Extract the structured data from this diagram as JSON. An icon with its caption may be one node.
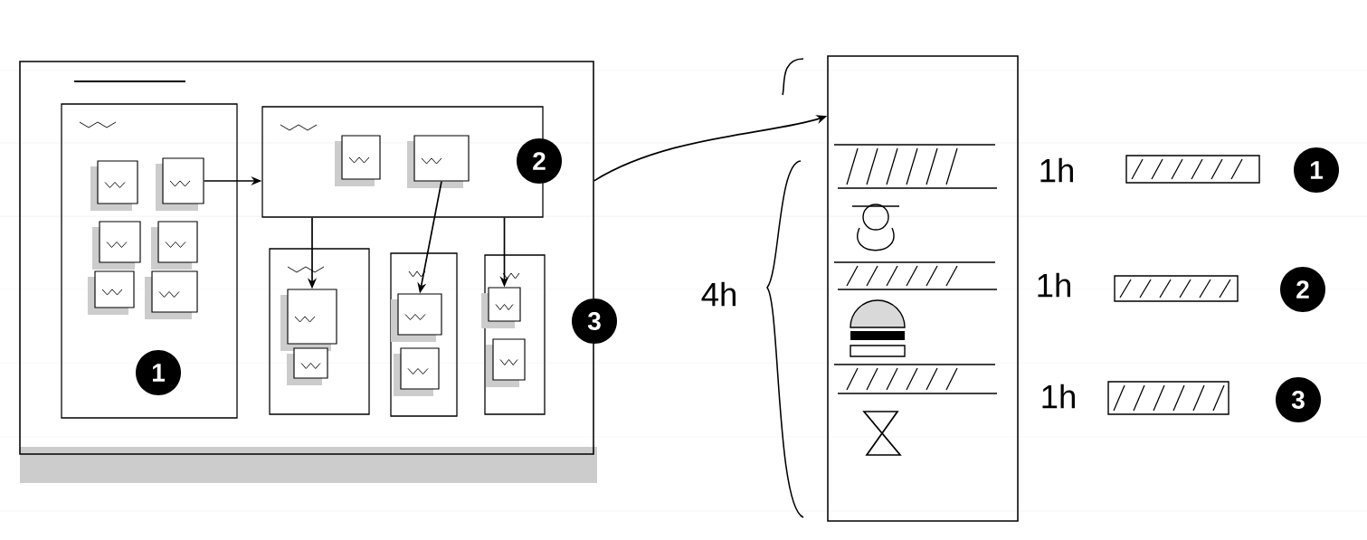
{
  "diagram": {
    "nodes": [
      {
        "text": [],
        "shape": "box"
      },
      {
        "text": [],
        "shape": "box",
        "in": 0
      },
      {
        "text": [],
        "shape": "box",
        "in": 0
      },
      {
        "text": [],
        "shape": "box",
        "in": 0
      },
      {
        "text": [],
        "shape": "box",
        "in": 0
      },
      {
        "text": [],
        "shape": "box",
        "in": 0
      },
      {
        "text": [],
        "shape": "box",
        "in": 1
      },
      {
        "text": [],
        "shape": "box",
        "in": 1
      },
      {
        "text": [],
        "shape": "box",
        "in": 1
      },
      {
        "text": [],
        "shape": "box",
        "in": 1
      },
      {
        "text": [],
        "shape": "box",
        "in": 1
      },
      {
        "text": [],
        "shape": "box",
        "in": 1
      },
      {
        "text": [],
        "shape": "box",
        "in": 2
      },
      {
        "text": [],
        "shape": "box",
        "in": 2
      },
      {
        "text": [],
        "shape": "box",
        "in": 3
      },
      {
        "text": [],
        "shape": "box",
        "in": 3
      },
      {
        "text": [],
        "shape": "box",
        "in": 4
      },
      {
        "text": [],
        "shape": "box",
        "in": 4
      },
      {
        "text": [],
        "shape": "box",
        "in": 5
      },
      {
        "text": [],
        "shape": "box",
        "in": 5
      },
      {
        "text": [],
        "shape": "box"
      }
    ],
    "edges": [
      {
        "from": 7,
        "to": 2,
        "arrow": "to"
      },
      {
        "from": 2,
        "to": 14,
        "arrow": "to"
      },
      {
        "from": 13,
        "to": 16,
        "arrow": "to"
      },
      {
        "from": 2,
        "to": 18,
        "arrow": "to"
      },
      {
        "from": 0,
        "to": 20,
        "arrow": "to"
      }
    ],
    "labels": [
      "2",
      "3",
      "1",
      "4h",
      "1h",
      "1",
      "1h",
      "2",
      "1h",
      "3"
    ]
  }
}
